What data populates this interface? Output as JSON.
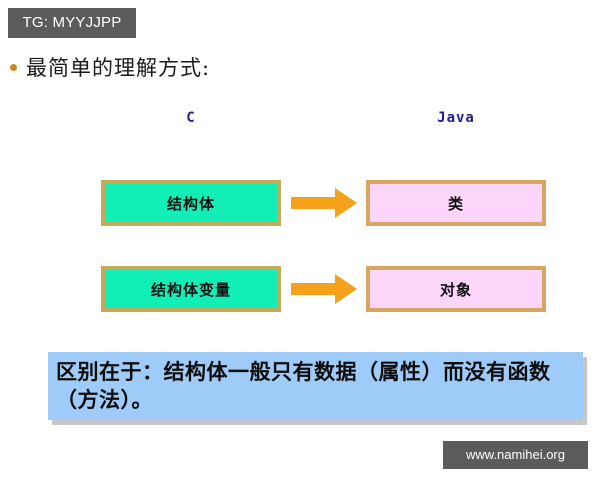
{
  "slide": {
    "background_color": "#ffffff",
    "title": "最简单的理解方式:",
    "bullet_color": "#c8861e"
  },
  "watermarks": {
    "top_badge": "TG: MYYJJPP",
    "bottom_badge": "www.namihei.org",
    "badge_bg": "#5b5b5b",
    "badge_text_color": "#ffffff"
  },
  "columns": {
    "left_header": "C",
    "right_header": "Java",
    "header_color": "#231f8c"
  },
  "diagram": {
    "rows": [
      {
        "left_label": "结构体",
        "right_label": "类",
        "arrow": "right-arrow"
      },
      {
        "left_label": "结构体变量",
        "right_label": "对象",
        "arrow": "right-arrow"
      }
    ],
    "colors": {
      "green_fill": "#12efb6",
      "green_border": "#c3ab5a",
      "pink_fill": "#fcd5fb",
      "pink_border": "#d6a761",
      "arrow_fill": "#f5a11b"
    }
  },
  "note": {
    "text": "区别在于：结构体一般只有数据（属性）而没有函数（方法）。",
    "background_color": "#9ecbf7",
    "text_color": "#0d0d0d"
  }
}
